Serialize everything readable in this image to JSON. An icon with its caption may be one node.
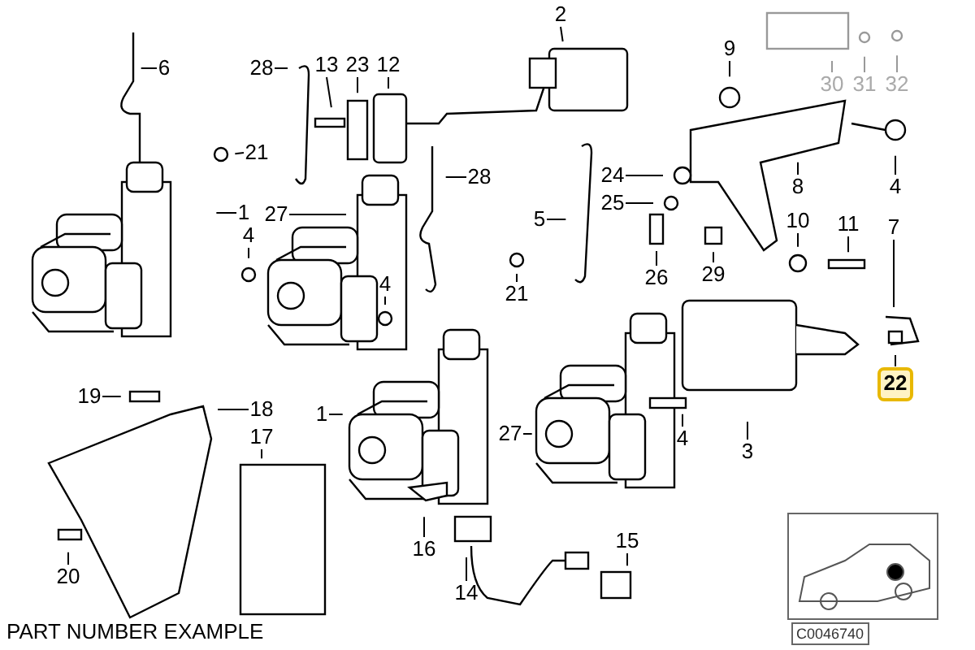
{
  "diagram": {
    "nodes": [
      {
        "text": [
          "6"
        ]
      },
      {
        "text": [
          "28"
        ]
      },
      {
        "text": [
          "13"
        ]
      },
      {
        "text": [
          "23"
        ]
      },
      {
        "text": [
          "12"
        ]
      },
      {
        "text": [
          "2"
        ]
      },
      {
        "text": [
          "21"
        ]
      },
      {
        "text": [
          "28"
        ]
      },
      {
        "text": [
          "1"
        ]
      },
      {
        "text": [
          "4"
        ]
      },
      {
        "text": [
          "27"
        ]
      },
      {
        "text": [
          "5"
        ]
      },
      {
        "text": [
          "9"
        ]
      },
      {
        "text": [
          "24"
        ]
      },
      {
        "text": [
          "25"
        ]
      },
      {
        "text": [
          "8"
        ]
      },
      {
        "text": [
          "4"
        ]
      },
      {
        "text": [
          "10"
        ]
      },
      {
        "text": [
          "11"
        ]
      },
      {
        "text": [
          "7"
        ]
      },
      {
        "text": [
          "26"
        ]
      },
      {
        "text": [
          "29"
        ]
      },
      {
        "text": [
          "21"
        ]
      },
      {
        "text": [
          "4"
        ]
      },
      {
        "text": [
          "22"
        ]
      },
      {
        "text": [
          "19"
        ]
      },
      {
        "text": [
          "18"
        ]
      },
      {
        "text": [
          "17"
        ]
      },
      {
        "text": [
          "1"
        ]
      },
      {
        "text": [
          "27"
        ]
      },
      {
        "text": [
          "4"
        ]
      },
      {
        "text": [
          "3"
        ]
      },
      {
        "text": [
          "16"
        ]
      },
      {
        "text": [
          "14"
        ]
      },
      {
        "text": [
          "15"
        ]
      },
      {
        "text": [
          "20"
        ]
      },
      {
        "text": [
          "30"
        ]
      },
      {
        "text": [
          "31"
        ]
      },
      {
        "text": [
          "32"
        ]
      }
    ],
    "edges": [
      {
        "from": 0,
        "to": null,
        "arrow": "none"
      },
      {
        "from": 1,
        "to": null,
        "arrow": "none"
      },
      {
        "from": 2,
        "to": null,
        "arrow": "none"
      },
      {
        "from": 3,
        "to": null,
        "arrow": "none"
      },
      {
        "from": 4,
        "to": null,
        "arrow": "none"
      },
      {
        "from": 5,
        "to": null,
        "arrow": "none"
      },
      {
        "from": 6,
        "to": null,
        "arrow": "none"
      },
      {
        "from": 7,
        "to": null,
        "arrow": "none"
      },
      {
        "from": 8,
        "to": null,
        "arrow": "none"
      },
      {
        "from": 9,
        "to": null,
        "arrow": "none"
      },
      {
        "from": 10,
        "to": null,
        "arrow": "none"
      },
      {
        "from": 11,
        "to": null,
        "arrow": "none"
      },
      {
        "from": 12,
        "to": null,
        "arrow": "none"
      },
      {
        "from": 13,
        "to": null,
        "arrow": "none"
      },
      {
        "from": 14,
        "to": null,
        "arrow": "none"
      },
      {
        "from": 15,
        "to": null,
        "arrow": "none"
      },
      {
        "from": 16,
        "to": null,
        "arrow": "none"
      },
      {
        "from": 17,
        "to": null,
        "arrow": "none"
      },
      {
        "from": 18,
        "to": null,
        "arrow": "none"
      },
      {
        "from": 19,
        "to": null,
        "arrow": "none"
      },
      {
        "from": 20,
        "to": null,
        "arrow": "none"
      },
      {
        "from": 21,
        "to": null,
        "arrow": "none"
      },
      {
        "from": 22,
        "to": null,
        "arrow": "none"
      },
      {
        "from": 23,
        "to": null,
        "arrow": "none"
      },
      {
        "from": 24,
        "to": null,
        "arrow": "none"
      },
      {
        "from": 25,
        "to": null,
        "arrow": "none"
      },
      {
        "from": 26,
        "to": null,
        "arrow": "none"
      },
      {
        "from": 27,
        "to": null,
        "arrow": "none"
      },
      {
        "from": 28,
        "to": null,
        "arrow": "none"
      },
      {
        "from": 29,
        "to": null,
        "arrow": "none"
      },
      {
        "from": 30,
        "to": null,
        "arrow": "none"
      },
      {
        "from": 31,
        "to": null,
        "arrow": "none"
      },
      {
        "from": 32,
        "to": null,
        "arrow": "none"
      },
      {
        "from": 33,
        "to": null,
        "arrow": "none"
      },
      {
        "from": 34,
        "to": null,
        "arrow": "none"
      },
      {
        "from": 35,
        "to": null,
        "arrow": "none"
      },
      {
        "from": 36,
        "to": null,
        "arrow": "none",
        "color": "#999999"
      },
      {
        "from": 37,
        "to": null,
        "arrow": "none",
        "color": "#999999"
      },
      {
        "from": 38,
        "to": null,
        "arrow": "none",
        "color": "#999999"
      }
    ],
    "labels": [
      "PART NUMBER EXAMPLE",
      "C0046740"
    ]
  }
}
